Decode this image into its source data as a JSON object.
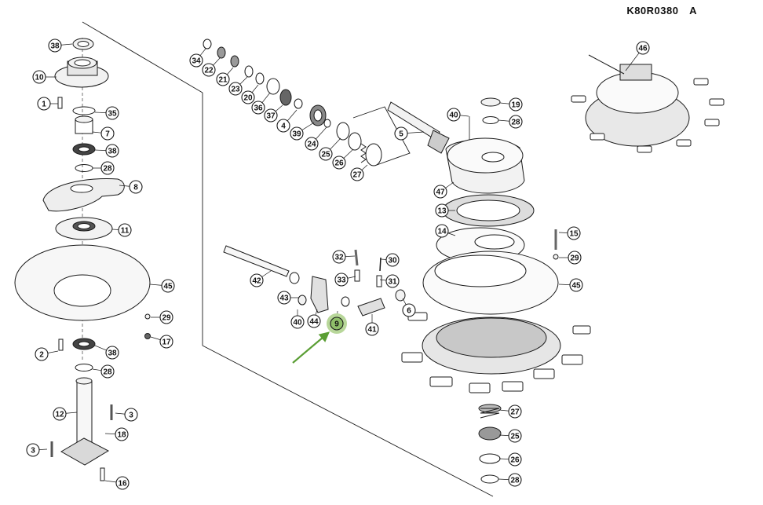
{
  "drawing_ref": "K80R0380",
  "drawing_rev": "A",
  "colors": {
    "line": "#1a1a1a",
    "part_fill": "#f2f2f2",
    "dark_fill": "#3a3a3a",
    "highlight_fill": "#8fbf6a",
    "highlight_ring": "#b8d79a",
    "arrow": "#5a9e34"
  },
  "callouts": [
    {
      "id": "c38a",
      "label": "38"
    },
    {
      "id": "c10",
      "label": "10"
    },
    {
      "id": "c1",
      "label": "1"
    },
    {
      "id": "c35",
      "label": "35"
    },
    {
      "id": "c7",
      "label": "7"
    },
    {
      "id": "c38b",
      "label": "38"
    },
    {
      "id": "c28a",
      "label": "28"
    },
    {
      "id": "c8",
      "label": "8"
    },
    {
      "id": "c11",
      "label": "11"
    },
    {
      "id": "c45a",
      "label": "45"
    },
    {
      "id": "c29a",
      "label": "29"
    },
    {
      "id": "c17",
      "label": "17"
    },
    {
      "id": "c2",
      "label": "2"
    },
    {
      "id": "c38c",
      "label": "38"
    },
    {
      "id": "c28b",
      "label": "28"
    },
    {
      "id": "c12",
      "label": "12"
    },
    {
      "id": "c3a",
      "label": "3"
    },
    {
      "id": "c18",
      "label": "18"
    },
    {
      "id": "c3b",
      "label": "3"
    },
    {
      "id": "c16",
      "label": "16"
    },
    {
      "id": "c34",
      "label": "34"
    },
    {
      "id": "c22",
      "label": "22"
    },
    {
      "id": "c21",
      "label": "21"
    },
    {
      "id": "c23",
      "label": "23"
    },
    {
      "id": "c20",
      "label": "20"
    },
    {
      "id": "c36",
      "label": "36"
    },
    {
      "id": "c37",
      "label": "37"
    },
    {
      "id": "c4",
      "label": "4"
    },
    {
      "id": "c39",
      "label": "39"
    },
    {
      "id": "c24",
      "label": "24"
    },
    {
      "id": "c25",
      "label": "25"
    },
    {
      "id": "c26a",
      "label": "26"
    },
    {
      "id": "c27a",
      "label": "27"
    },
    {
      "id": "c5",
      "label": "5"
    },
    {
      "id": "c40a",
      "label": "40"
    },
    {
      "id": "c19",
      "label": "19"
    },
    {
      "id": "c28c",
      "label": "28"
    },
    {
      "id": "c47",
      "label": "47"
    },
    {
      "id": "c13",
      "label": "13"
    },
    {
      "id": "c14",
      "label": "14"
    },
    {
      "id": "c15",
      "label": "15"
    },
    {
      "id": "c29b",
      "label": "29"
    },
    {
      "id": "c45b",
      "label": "45"
    },
    {
      "id": "c46",
      "label": "46"
    },
    {
      "id": "c32",
      "label": "32"
    },
    {
      "id": "c30",
      "label": "30"
    },
    {
      "id": "c33",
      "label": "33"
    },
    {
      "id": "c31",
      "label": "31"
    },
    {
      "id": "c42",
      "label": "42"
    },
    {
      "id": "c43",
      "label": "43"
    },
    {
      "id": "c40b",
      "label": "40"
    },
    {
      "id": "c44",
      "label": "44"
    },
    {
      "id": "c9",
      "label": "9",
      "highlight": true
    },
    {
      "id": "c41",
      "label": "41"
    },
    {
      "id": "c6",
      "label": "6"
    },
    {
      "id": "c27b",
      "label": "27"
    },
    {
      "id": "c25b",
      "label": "25"
    },
    {
      "id": "c26b",
      "label": "26"
    },
    {
      "id": "c28d",
      "label": "28"
    }
  ]
}
